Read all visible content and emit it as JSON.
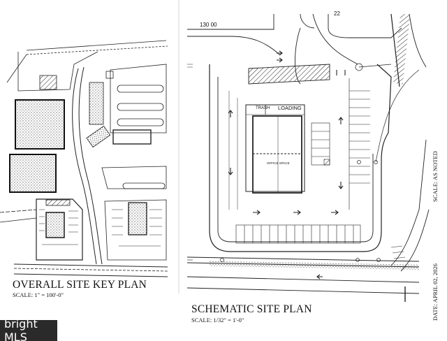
{
  "key_plan": {
    "title": "OVERALL SITE KEY PLAN",
    "scale": "SCALE: 1\" = 100'-0\""
  },
  "schematic_plan": {
    "title": "SCHEMATIC SITE PLAN",
    "scale": "SCALE: 1/32\" = 1'-0\"",
    "trash_label": "TRASH",
    "loading_label": "LOADING",
    "office_label": "OFFICE SPACE",
    "road_label": "130 00",
    "road_number": "22"
  },
  "side_text": {
    "scale": "SCALE: AS NOTED",
    "date": "DATE: APRIL 02, 2026"
  },
  "watermark": {
    "logo_text": "bright MLS"
  }
}
